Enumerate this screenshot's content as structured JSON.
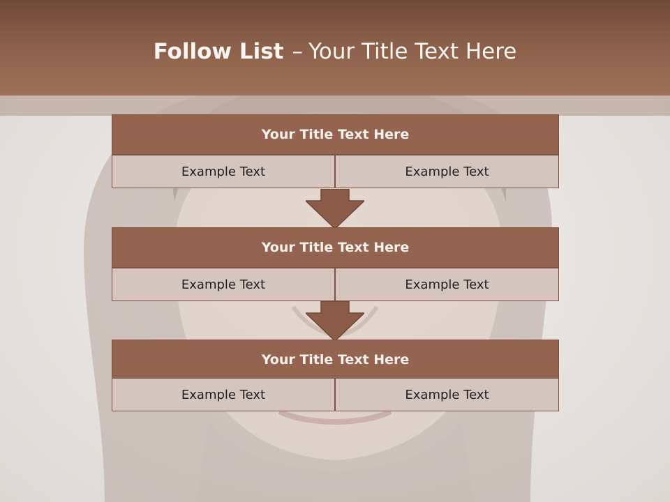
{
  "slide": {
    "title_bold": "Follow List",
    "title_dash": "–",
    "title_rest": "Your Title Text Here"
  },
  "blocks": [
    {
      "title": "Your Title Text Here",
      "left": "Example Text",
      "right": "Example Text"
    },
    {
      "title": "Your Title Text Here",
      "left": "Example Text",
      "right": "Example Text"
    },
    {
      "title": "Your Title Text Here",
      "left": "Example Text",
      "right": "Example Text"
    }
  ],
  "colors": {
    "header": "#8a5f49",
    "block_title": "#946451",
    "cell": "#d4c5bf",
    "arrow": "#8c5c48"
  }
}
